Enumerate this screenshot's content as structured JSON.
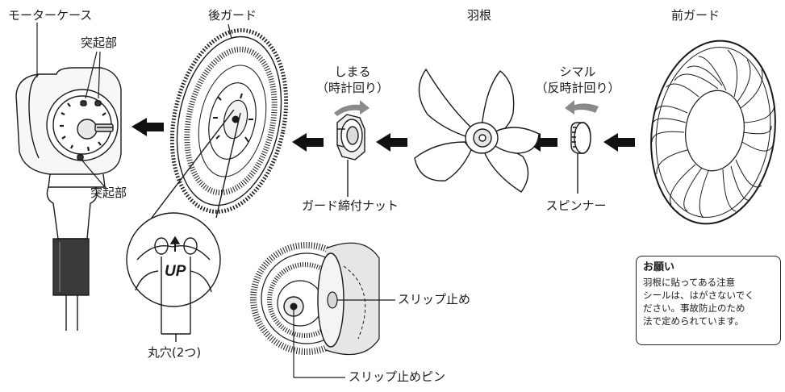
{
  "labels": {
    "motor_case": "モーターケース",
    "protrusion_top": "突起部",
    "protrusion_bottom": "突起部",
    "rear_guard": "後ガード",
    "tighten": "しまる",
    "tighten_dir": "（時計回り）",
    "guard_nut": "ガード締付ナット",
    "blade": "羽根",
    "tighten_spinner": "シマル",
    "tighten_spinner_dir": "（反時計回り）",
    "spinner": "スピンナー",
    "front_guard": "前ガード",
    "up_mark": "UP",
    "round_holes": "丸穴(2つ)",
    "slip_stop": "スリップ止め",
    "slip_stop_pin": "スリップ止めピン"
  },
  "notice": {
    "title": "お願い",
    "lines": [
      "羽根に貼ってある注意",
      "シールは、はがさないでく",
      "ださい。事故防止のため",
      "法で定められています。"
    ]
  },
  "colors": {
    "line": "#1a1a1a",
    "gray_arrow": "#8a8a8a"
  }
}
